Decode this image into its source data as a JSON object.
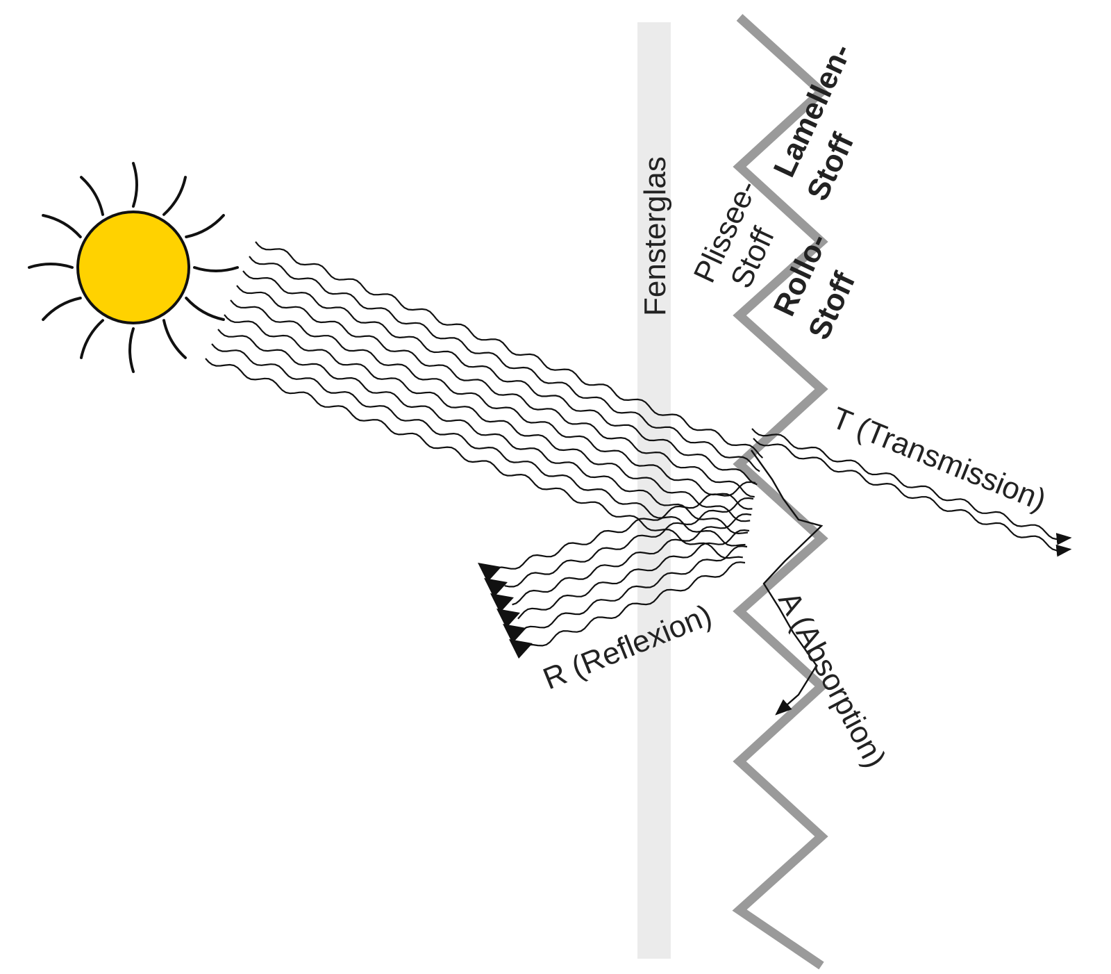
{
  "labels": {
    "glass": "Fensterglas",
    "lamellen_line1": "Lamellen-",
    "lamellen_line2": "Stoff",
    "plissee_line1": "Plissee-",
    "plissee_line2": "Stoff",
    "rollo_line1": "Rollo-",
    "rollo_line2": "Stoff",
    "transmission": "T (Transmission)",
    "reflection": "R (Reflexion)",
    "absorption": "A (Absorption)"
  },
  "colors": {
    "sun_fill": "#FFD200",
    "sun_outline": "#111111",
    "glass": "#EBEBEB",
    "fabric": "#9A9A9A",
    "rays": "#111111",
    "background": "#FFFFFF"
  },
  "icons": {
    "sun": "sun-icon",
    "arrowheads": "arrowhead-icon"
  },
  "rays": {
    "incoming_count": 9,
    "reflected_count": 6,
    "transmitted_count": 2,
    "absorbed_count": 1
  }
}
